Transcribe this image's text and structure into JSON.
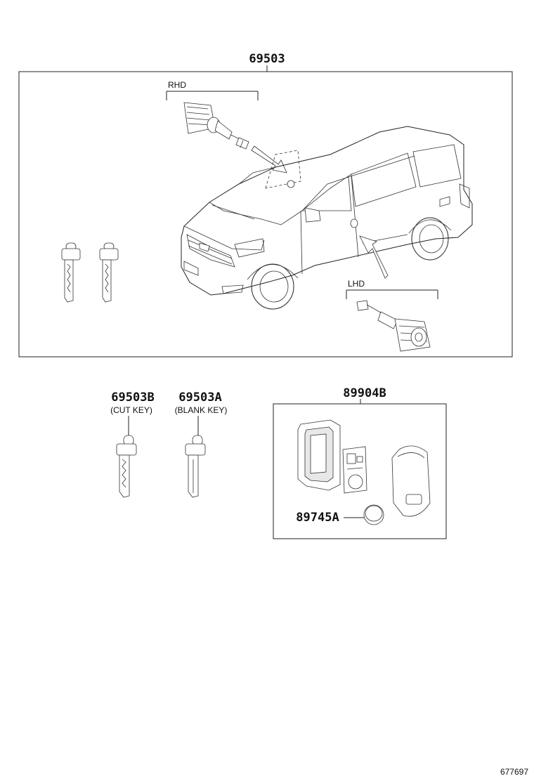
{
  "parts": {
    "main_set": "69503",
    "rhd_label": "RHD",
    "lhd_label": "LHD",
    "cut_key": {
      "part": "69503B",
      "desc": "(CUT KEY)"
    },
    "blank_key": {
      "part": "69503A",
      "desc": "(BLANK KEY)"
    },
    "transmitter": "89904B",
    "battery": "89745A"
  },
  "footer": {
    "ref": "677697"
  }
}
